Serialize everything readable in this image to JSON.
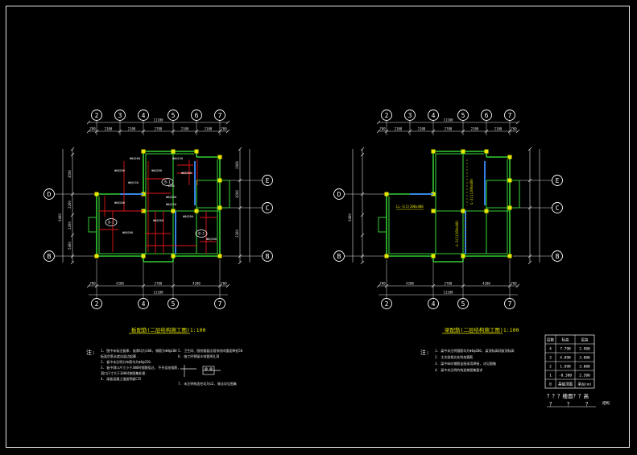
{
  "colors": {
    "background": "#000000",
    "frame": "#e6e6e6",
    "dimension": "#e0e0e0",
    "wall": "#33cc33",
    "column": "#e6e600",
    "slab_rebar": "#e01818",
    "axis_text": "#ffffff",
    "blue_beam": "#3a8cff",
    "label_yellow": "#e6e600"
  },
  "plan_left": {
    "title": "板配筋(二层结构施工图)1:100",
    "axes_top": [
      "2",
      "3",
      "4",
      "5",
      "6",
      "7"
    ],
    "axes_bottom": [
      "2",
      "4",
      "5",
      "7"
    ],
    "axes_left": [
      "D",
      "B"
    ],
    "axes_right": [
      "E",
      "C",
      "B"
    ],
    "dims_top": [
      "700",
      "2100",
      "2100",
      "2700",
      "2100",
      "2100",
      "700"
    ],
    "dims_top_total": "11100",
    "dims_bottom": [
      "700",
      "4200",
      "2700",
      "4200",
      "700"
    ],
    "dims_bottom_total": "11100",
    "dims_left": [
      "4500",
      "2200",
      "2200",
      "5400"
    ],
    "dims_right": [
      "2900",
      "4200",
      "2200"
    ],
    "room_tags": [
      "B-1",
      "B-2",
      "B-3"
    ]
  },
  "plan_right": {
    "title": "梁配筋(二层结构施工图)1:100",
    "axes_top": [
      "2",
      "3",
      "4",
      "5",
      "6",
      "7"
    ],
    "axes_bottom": [
      "2",
      "4",
      "5",
      "7"
    ],
    "axes_left": [
      "D",
      "B"
    ],
    "axes_right": [
      "E",
      "C",
      "B"
    ],
    "dims_top": [
      "700",
      "2100",
      "2100",
      "2700",
      "2100",
      "2100",
      "700"
    ],
    "dims_top_total": "11100",
    "dims_bottom": [
      "700",
      "4200",
      "2700",
      "4200",
      "700"
    ],
    "dims_bottom_total": "11100",
    "beam_labels": [
      "LL-1(2)200x400",
      "L-2(1)200x400",
      "L-3(1)200x400"
    ]
  },
  "notes_left": {
    "label": "注:",
    "col1": [
      "1. 图中未标注板厚, 板厚均为100, 钢筋为Φ8@200",
      "   板面负筋长度自梁边起算.",
      "2. 板中未注明分布筋均为Φ6@250.",
      "3. 板中洞口尺寸小于300时钢筋绕过, 不另设加强筋,",
      "   洞口尺寸大于300时按图集处理.",
      "4. 梁板混凝土强度等级C25"
    ],
    "col2": [
      "5. 卫生间、厨房楼板比相邻房间楼面降低50",
      "6. 施工时预留水电管线孔洞",
      "",
      "",
      "7. 未注明构造柱均为GZ, 做法详见图集"
    ]
  },
  "notes_right": {
    "label": "注:",
    "lines": [
      "1. 梁中未注明箍筋均为Φ6@200, 梁顶标高同板顶标高",
      "2. 主次梁相交处附加箍筋",
      "3. 梁中纵向钢筋连接采用焊接, 详见图集",
      "4. 梁中未注明的构造按图集要求"
    ]
  },
  "level_table": {
    "header": [
      "层数",
      "标高",
      "层高"
    ],
    "rows": [
      [
        "4",
        "7.790",
        "2.900"
      ],
      [
        "3",
        "4.890",
        "3.000"
      ],
      [
        "2",
        "1.890",
        "3.000"
      ],
      [
        "1",
        "-0.300",
        "2.500"
      ],
      [
        "0",
        "基础顶面",
        "承台(m)"
      ]
    ],
    "footer": "？？？楼面？？高",
    "footer_marks": [
      "？",
      "？",
      "？"
    ],
    "corner_tag": "结构"
  }
}
